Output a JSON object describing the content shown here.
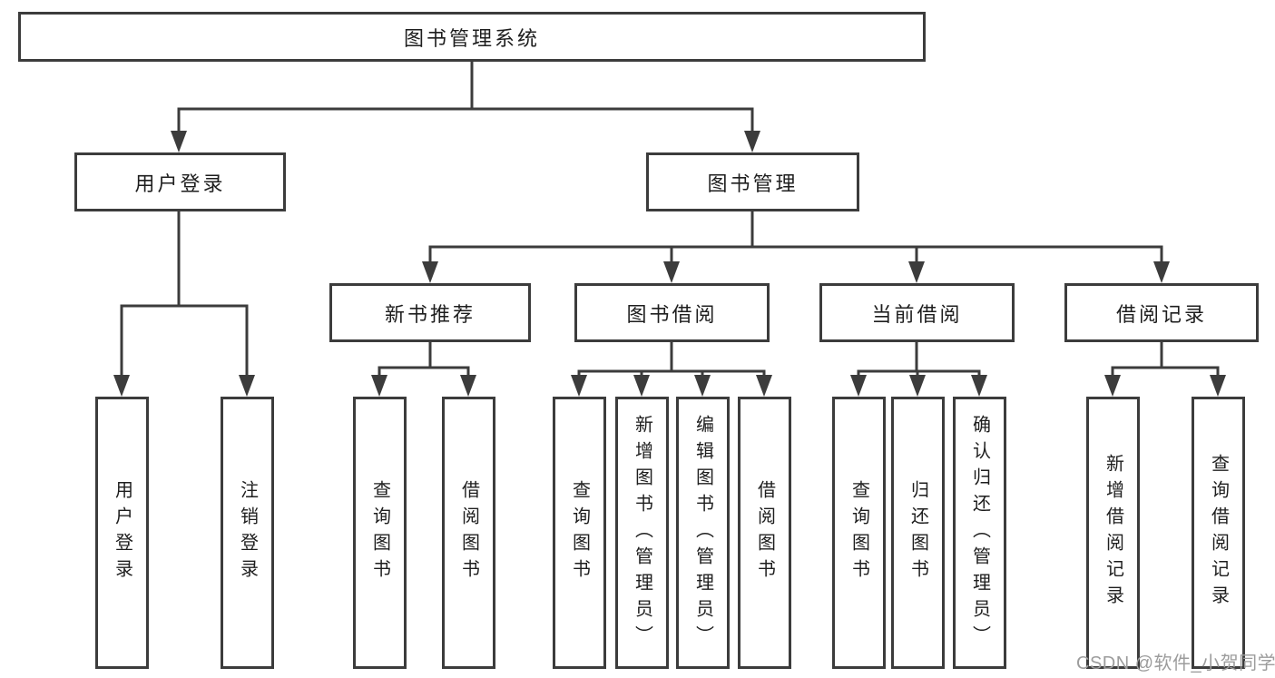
{
  "colors": {
    "line": "#3c3c3c",
    "text": "#1e1e1e",
    "box_background": "#ffffff",
    "page_background": "#ffffff",
    "watermark_text": "#9c9c9c"
  },
  "diagram": {
    "type": "tree",
    "root": {
      "label": "图书管理系统"
    },
    "branches": [
      {
        "label": "用户登录",
        "children": [
          {
            "label": "用户登录"
          },
          {
            "label": "注销登录"
          }
        ]
      },
      {
        "label": "图书管理",
        "children": [
          {
            "label": "新书推荐",
            "children": [
              {
                "label": "查询图书"
              },
              {
                "label": "借阅图书"
              }
            ]
          },
          {
            "label": "图书借阅",
            "children": [
              {
                "label": "查询图书"
              },
              {
                "label": "新增图书（管理员）"
              },
              {
                "label": "编辑图书（管理员）"
              },
              {
                "label": "借阅图书"
              }
            ]
          },
          {
            "label": "当前借阅",
            "children": [
              {
                "label": "查询图书"
              },
              {
                "label": "归还图书"
              },
              {
                "label": "确认归还（管理员）"
              }
            ]
          },
          {
            "label": "借阅记录",
            "children": [
              {
                "label": "新增借阅记录"
              },
              {
                "label": "查询借阅记录"
              }
            ]
          }
        ]
      }
    ]
  },
  "watermark": {
    "text": "CSDN @软件_小贺同学"
  }
}
